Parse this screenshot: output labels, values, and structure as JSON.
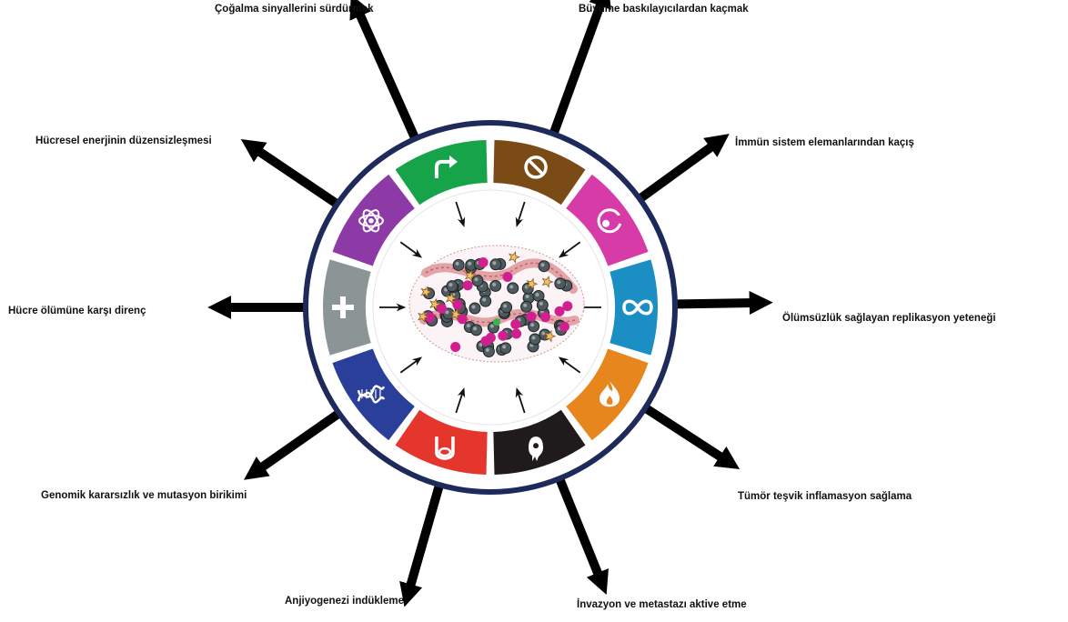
{
  "hallmarks": [
    {
      "label": "Çoğalma sinyallerini sürdürmek",
      "color": "#17a34a",
      "icon": "arrow-up-right-icon"
    },
    {
      "label": "Büyüme baskılayıcılardan kaçmak",
      "color": "#7b4b16",
      "icon": "prohibition-icon"
    },
    {
      "label": "İmmün sistem elemanlarından kaçış",
      "color": "#d63ba8",
      "icon": "immune-cell-icon"
    },
    {
      "label": "Ölümsüzlük sağlayan replikasyon yeteneği",
      "color": "#1b8fc4",
      "icon": "infinity-icon"
    },
    {
      "label": "Tümör teşvik inflamasyon sağlama",
      "color": "#e8861e",
      "icon": "flame-icon"
    },
    {
      "label": "İnvazyon ve metastazı aktive etme",
      "color": "#1f1a1c",
      "icon": "migrating-cell-icon"
    },
    {
      "label": "Anjiyogenezi indükleme",
      "color": "#e5362e",
      "icon": "blood-vessel-icon"
    },
    {
      "label": "Genomik kararsızlık ve mutasyon birikimi",
      "color": "#2a3f9a",
      "icon": "dna-icon"
    },
    {
      "label": "Hücre ölümüne karşı direnç",
      "color": "#8c9596",
      "icon": "cross-icon"
    },
    {
      "label": "Hücresel enerjinin düzensizleşmesi",
      "color": "#8e3aa6",
      "icon": "atom-icon"
    }
  ],
  "colors": {
    "ring": "#1e2a5a",
    "arrow": "#000000"
  }
}
